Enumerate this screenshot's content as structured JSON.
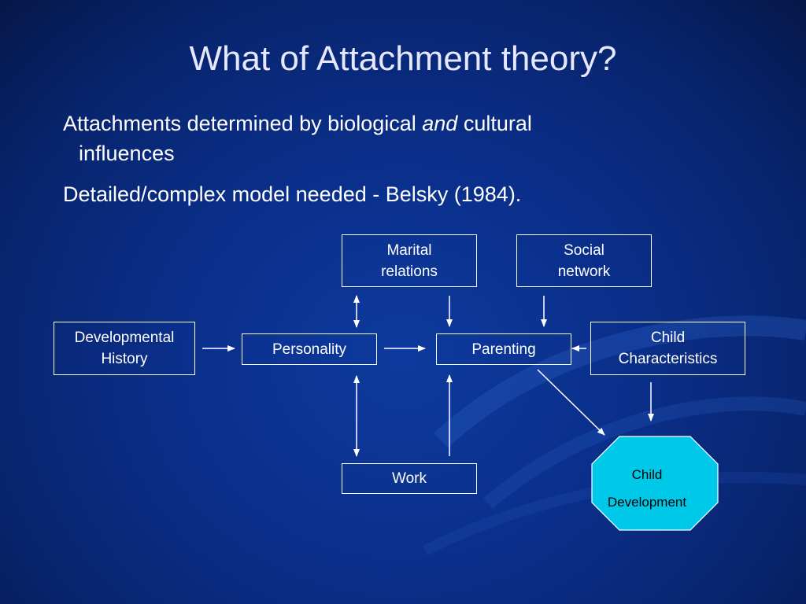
{
  "slide": {
    "title": "What of Attachment theory?",
    "bullet1": {
      "before": "Attachments determined by biological ",
      "emph": "and",
      "after": " cultural",
      "continuation": "influences"
    },
    "bullet2": "Detailed/complex model needed - Belsky (1984)."
  },
  "diagram": {
    "developmental_history": [
      "Developmental",
      "History"
    ],
    "personality": "Personality",
    "parenting": "Parenting",
    "marital_relations": [
      "Marital",
      "relations"
    ],
    "social_network": [
      "Social",
      "network"
    ],
    "child_characteristics": [
      "Child",
      "Characteristics"
    ],
    "work": "Work",
    "child_development": [
      "Child",
      "Development"
    ]
  },
  "colors": {
    "background": "#0a2f8a",
    "octagon_fill": "#00c8e8",
    "line": "#ffffff"
  }
}
